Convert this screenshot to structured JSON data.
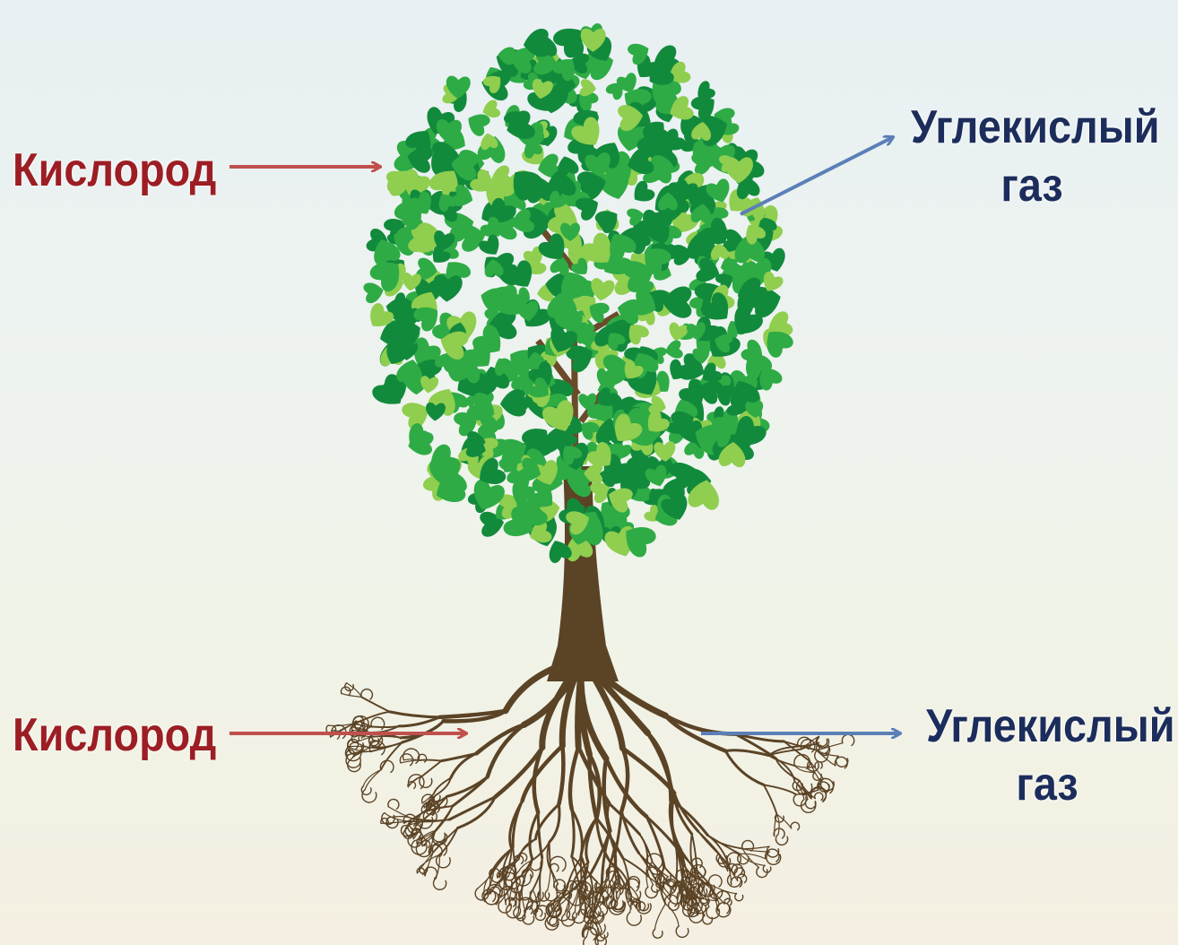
{
  "colors": {
    "oxygen_text": "#9c1e24",
    "oxygen_arrow": "#c0504d",
    "co2_text": "#1c2d5c",
    "co2_arrow": "#5b7fb7",
    "leaf_dark": "#128a3c",
    "leaf_mid": "#2eab45",
    "leaf_light": "#8fce4f",
    "trunk": "#5b4326"
  },
  "labels": {
    "oxygen_top": "Кислород",
    "oxygen_bottom": "Кислород",
    "co2_top": {
      "line1": "Углекислый",
      "line2": "газ"
    },
    "co2_bottom": {
      "line1": "Углекислый",
      "line2": "газ"
    }
  },
  "arrows": [
    {
      "name": "oxygen-in-leaves-arrow",
      "direction": "in",
      "gas": "oxygen"
    },
    {
      "name": "co2-out-leaves-arrow",
      "direction": "out",
      "gas": "co2"
    },
    {
      "name": "oxygen-in-roots-arrow",
      "direction": "in",
      "gas": "oxygen"
    },
    {
      "name": "co2-out-roots-arrow",
      "direction": "out",
      "gas": "co2"
    }
  ],
  "illustration": "tree-with-roots"
}
